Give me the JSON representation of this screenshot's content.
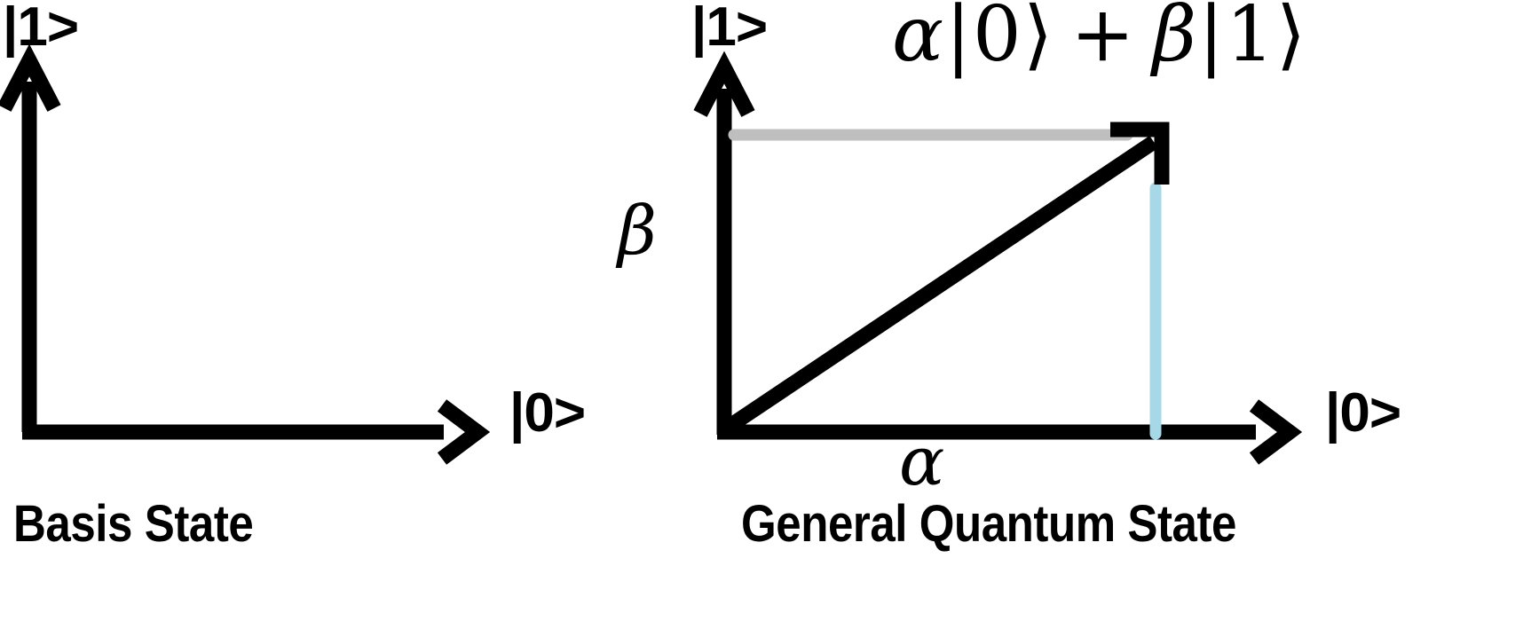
{
  "figure": {
    "background_color": "#ffffff",
    "stroke_color": "#000000",
    "projection_line_color": "#bfbfbf",
    "component_line_color": "#a6d8e8"
  },
  "panels": [
    {
      "id": "basis-state",
      "caption": "Basis State",
      "y_axis_label": "|1>",
      "x_axis_label": "|0>"
    },
    {
      "id": "general-quantum-state",
      "caption": "General Quantum State",
      "y_axis_label": "|1>",
      "x_axis_label": "|0>",
      "equation": "α|0⟩ + β|1⟩",
      "equation_parts": {
        "alpha": "α",
        "ket_zero": "|0⟩",
        "plus": "+",
        "beta": "β",
        "ket_one": "|1⟩"
      },
      "x_component_label": "α",
      "y_component_label": "β"
    }
  ],
  "chart_data": {
    "type": "diagram",
    "title": "Qubit state vector diagram",
    "subplots": [
      {
        "name": "Basis State",
        "axes": {
          "x": "|0>",
          "y": "|1>"
        },
        "vectors": [],
        "annotations": [
          "Basis State"
        ]
      },
      {
        "name": "General Quantum State",
        "axes": {
          "x": "|0>",
          "y": "|1>"
        },
        "vectors": [
          {
            "label": "α|0⟩ + β|1⟩",
            "from": [
              0,
              0
            ],
            "to": [
              1,
              1
            ],
            "color": "#000000",
            "arrow": true
          }
        ],
        "projections": [
          {
            "axis": "y",
            "label": "β",
            "value": 1,
            "color": "#bfbfbf",
            "style": "horizontal-guide"
          },
          {
            "axis": "x",
            "label": "α",
            "value": 1,
            "color": "#a6d8e8",
            "style": "vertical-guide"
          }
        ],
        "annotations": [
          "General Quantum State",
          "α|0⟩ + β|1⟩",
          "α",
          "β"
        ]
      }
    ]
  }
}
